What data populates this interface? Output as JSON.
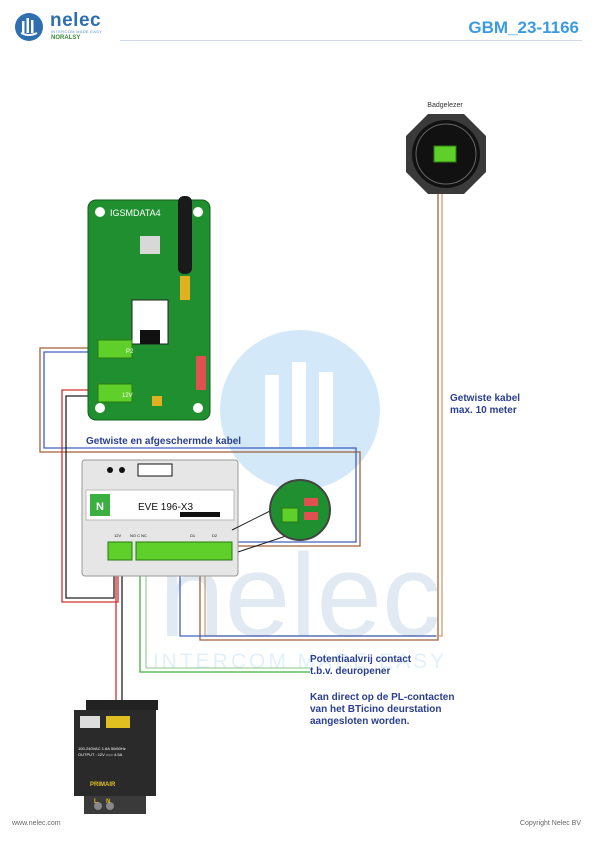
{
  "header": {
    "logo_word": "nelec",
    "logo_tagline": "INTERCOM MADE EASY",
    "logo_partner": "NORALSY",
    "doc_code": "GBM_23-1166"
  },
  "footer": {
    "website": "www.nelec.com",
    "copyright": "Copyright Nelec BV"
  },
  "watermark": {
    "word": "nelec",
    "tagline": "INTERCOM MADE EASY"
  },
  "devices": {
    "gsm_module": {
      "name": "IGSMDATA4",
      "terminal_p2": "P2",
      "terminal_power": "12V"
    },
    "badge_reader": {
      "name": "Badgelezer"
    },
    "controller": {
      "name": "EVE 196-X3",
      "badge": "N",
      "term_power": "12V",
      "term_relay": "NO C NC",
      "term_d1": "D1",
      "term_d2": "D2"
    },
    "psu": {
      "spec_input": "100-240VAC   1.6A  50/60Hz",
      "spec_output": "OUTPUT         : 12V === 4.5A",
      "brand": "PRIMAIR",
      "terminal_l": "L",
      "terminal_n": "N"
    }
  },
  "labels": {
    "shielded_cable": "Getwiste en afgeschermde kabel",
    "twisted_cable_1": "Getwiste kabel",
    "twisted_cable_2": "max. 10 meter",
    "dry_contact_1": "Potentiaalvrij contact",
    "dry_contact_2": "t.b.v. deuropener",
    "note_1": "Kan direct op de PL-contacten",
    "note_2": "van het BTicino deurstation",
    "note_3": "aangesloten worden."
  },
  "colors": {
    "brand_blue": "#3c9be0",
    "label_navy": "#2a3f8f",
    "pcb_green": "#1f8f2f",
    "terminal_green": "#5fcf2a",
    "wire_brown": "#a0623a",
    "wire_red": "#d03030",
    "wire_blue": "#4060c0",
    "wire_green": "#40b040"
  }
}
